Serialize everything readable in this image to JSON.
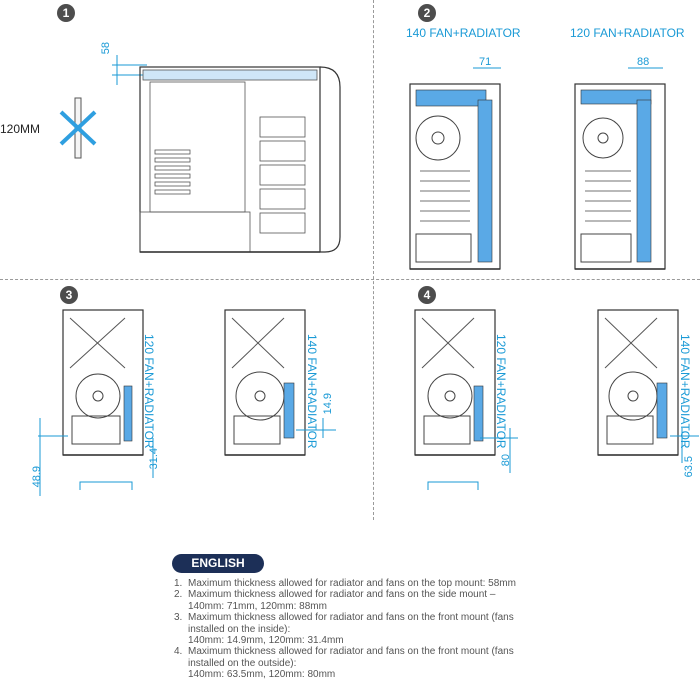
{
  "panels": [
    {
      "badge": "1",
      "labels": {
        "fan": "120MM",
        "dim": "58"
      }
    },
    {
      "badge": "2",
      "labels": {
        "left_title": "140 FAN+RADIATOR",
        "right_title": "120 FAN+RADIATOR",
        "left_dim": "71",
        "right_dim": "88"
      }
    },
    {
      "badge": "3",
      "labels": {
        "left_vertical": "120 FAN+RADIATOR",
        "right_vertical": "140 FAN+RADIATOR",
        "dim_a": "14.9",
        "dim_b": "31.4",
        "dim_c": "48.9"
      }
    },
    {
      "badge": "4",
      "labels": {
        "left_vertical": "120 FAN+RADIATOR",
        "right_vertical": "140 FAN+RADIATOR",
        "dim_a": "80",
        "dim_b": "63.5"
      }
    }
  ],
  "language": "ENGLISH",
  "notes": [
    {
      "num": "1.",
      "lines": [
        "Maximum thickness allowed for radiator and fans on the top mount: 58mm"
      ]
    },
    {
      "num": "2.",
      "lines": [
        "Maximum thickness allowed for radiator and fans on the side mount –",
        "140mm: 71mm, 120mm: 88mm"
      ]
    },
    {
      "num": "3.",
      "lines": [
        "Maximum thickness allowed for radiator and fans on the front mount (fans",
        "installed on the inside):",
        "140mm: 14.9mm, 120mm: 31.4mm"
      ]
    },
    {
      "num": "4.",
      "lines": [
        "Maximum thickness allowed for radiator and fans on the front mount (fans",
        "installed on the outside):",
        "140mm: 63.5mm, 120mm: 80mm"
      ]
    }
  ],
  "colors": {
    "accent": "#1a9ad6",
    "radiator": "#5aa9e6",
    "badge": "#4d4d4d",
    "pill": "#1c2f57",
    "cross": "#2f9fe0"
  }
}
